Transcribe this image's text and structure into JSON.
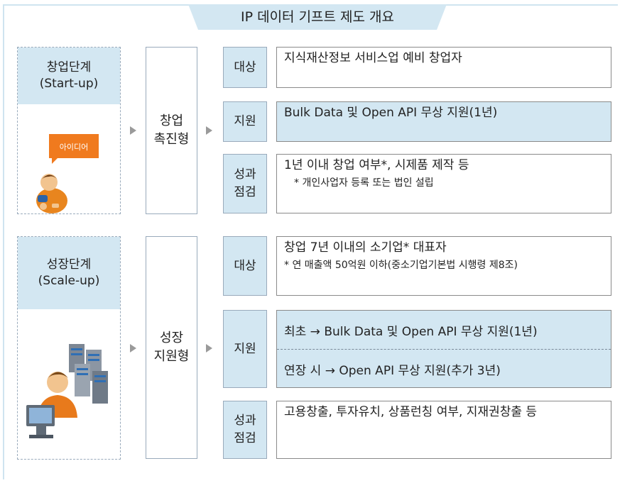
{
  "title": "IP 데이터 기프트 제도 개요",
  "stages": [
    {
      "head": "창업단계\n(Start-up)",
      "badge": "아이디어",
      "type": "창업\n촉진형",
      "rows": [
        {
          "label": "대상",
          "line1": "지식재산정보 서비스업 예비 창업자"
        },
        {
          "label": "지원",
          "line1": "Bulk Data 및 Open API 무상 지원(1년)"
        },
        {
          "label": "성과\n점검",
          "line1": "1년 이내 창업 여부*, 시제품 제작 등",
          "line2": "* 개인사업자 등록 또는 법인 설립"
        }
      ]
    },
    {
      "head": "성장단계\n(Scale-up)",
      "type": "성장\n지원형",
      "rows": [
        {
          "label": "대상",
          "line1": "창업 7년 이내의 소기업* 대표자",
          "line2": "* 연 매출액 50억원 이하(중소기업기본법 시행령 제8조)"
        },
        {
          "label": "지원",
          "line1": "최초 → Bulk Data 및 Open API 무상 지원(1년)",
          "line1b": "연장 시 → Open API 무상 지원(추가 3년)"
        },
        {
          "label": "성과\n점검",
          "line1": "고용창출, 투자유치, 상품런칭 여부, 지재권창출 등"
        }
      ]
    }
  ],
  "colors": {
    "accent": "#d3e7f2",
    "border": "#99aabb",
    "arrow": "#9a9a9a"
  }
}
